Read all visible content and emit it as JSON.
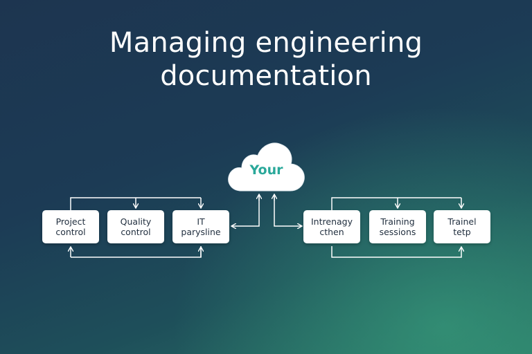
{
  "title": {
    "line1": "Managing engineering",
    "line2": "documentation"
  },
  "cloud": {
    "label": "Your"
  },
  "left_group": [
    {
      "line1": "Project",
      "line2": "control"
    },
    {
      "line1": "Quality",
      "line2": "control"
    },
    {
      "line1": "IT",
      "line2": "parysline"
    }
  ],
  "right_group": [
    {
      "line1": "Intrenagy",
      "line2": "cthen"
    },
    {
      "line1": "Training",
      "line2": "sessions"
    },
    {
      "line1": "Trainel",
      "line2": "tetp"
    }
  ],
  "colors": {
    "background_dark": "#1d3550",
    "background_teal": "#2a7666",
    "cloud_text": "#2aa89a",
    "connector": "#ffffff"
  }
}
